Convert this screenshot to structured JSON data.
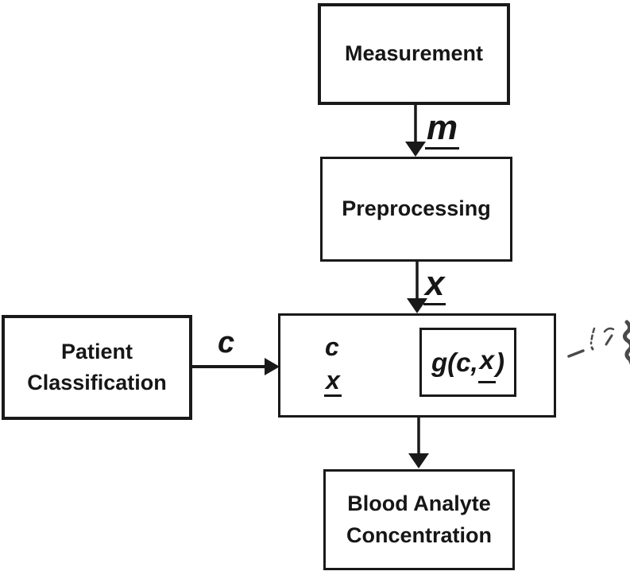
{
  "figure": {
    "background": "#ffffff",
    "ink": "#191919"
  },
  "nodes": {
    "measurement": {
      "label": "Measurement"
    },
    "preprocessing": {
      "label": "Preprocessing"
    },
    "patient_classification": {
      "line1": "Patient",
      "line2": "Classification"
    },
    "mapping_function": {
      "prefix": "g(c,",
      "x": "x",
      "suffix": ")"
    },
    "blood_analyte": {
      "line1": "Blood Analyte",
      "line2": "Concentration"
    }
  },
  "edge_labels": {
    "measurement_output": "m",
    "preprocessing_output": "x",
    "classification_output": "c",
    "model_input_c": "c",
    "model_input_x": "x"
  },
  "annotation": {
    "handwritten": "-12"
  }
}
